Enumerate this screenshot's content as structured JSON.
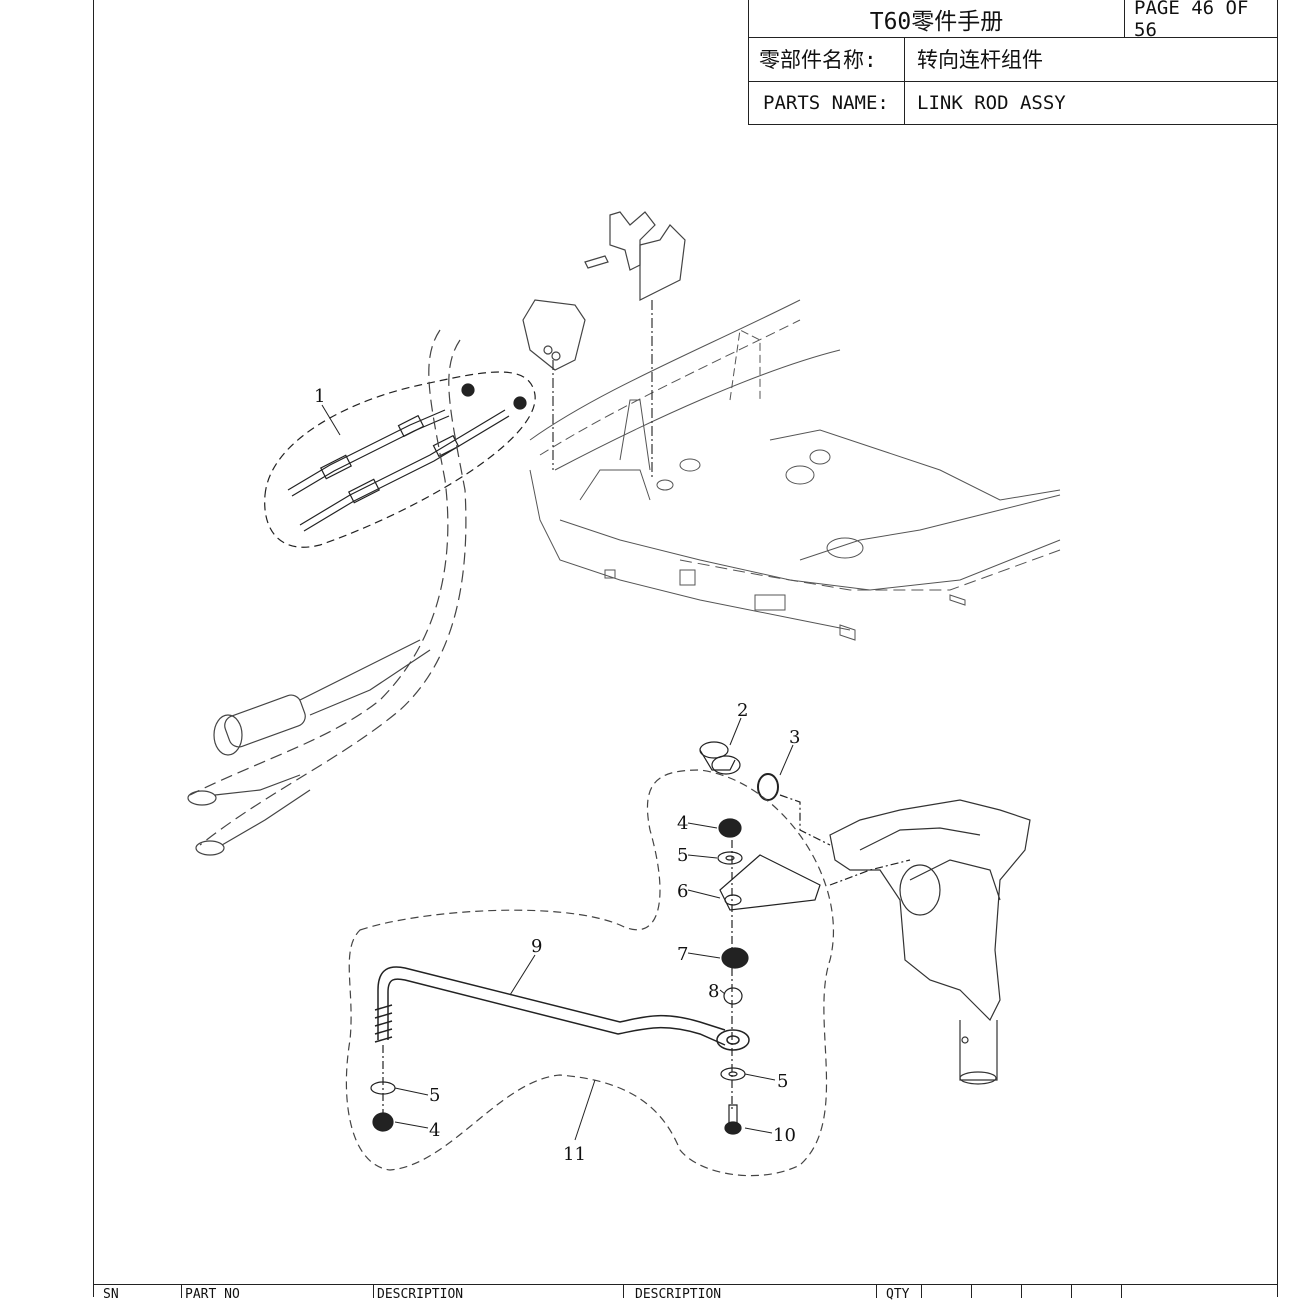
{
  "title_block": {
    "manual_title": "T60零件手册",
    "page": "PAGE 46 OF 56",
    "cn_label": "零部件名称:",
    "cn_value": "转向连杆组件",
    "en_label": "PARTS NAME:",
    "en_value": "LINK ROD ASSY"
  },
  "callouts": [
    "1",
    "2",
    "3",
    "4",
    "5",
    "6",
    "7",
    "8",
    "9",
    "10",
    "11",
    "5",
    "4",
    "5"
  ],
  "table_header": {
    "sn": "SN",
    "part_no": "PART NO",
    "description_1": "DESCRIPTION",
    "description_2": "DESCRIPTION",
    "qty": "QTY"
  }
}
